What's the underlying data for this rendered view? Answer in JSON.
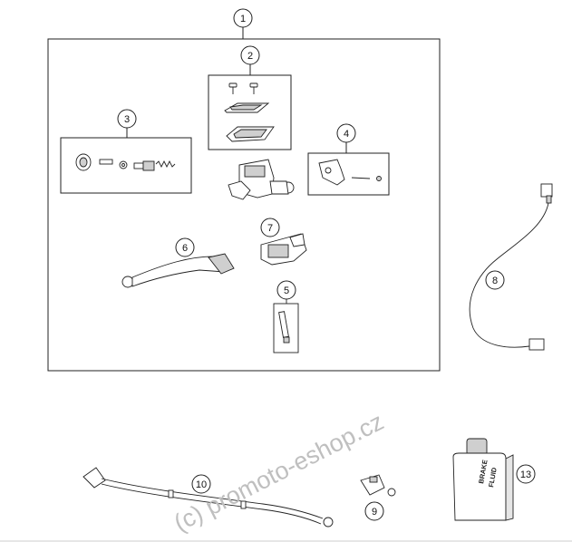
{
  "callouts": [
    {
      "id": "1",
      "label": "1"
    },
    {
      "id": "2",
      "label": "2"
    },
    {
      "id": "3",
      "label": "3"
    },
    {
      "id": "4",
      "label": "4"
    },
    {
      "id": "5",
      "label": "5"
    },
    {
      "id": "6",
      "label": "6"
    },
    {
      "id": "7",
      "label": "7"
    },
    {
      "id": "8",
      "label": "8"
    },
    {
      "id": "9",
      "label": "9"
    },
    {
      "id": "10",
      "label": "10"
    },
    {
      "id": "13",
      "label": "13"
    }
  ],
  "fluid_jar": {
    "line1": "BRAKE",
    "line2": "FLUID"
  },
  "watermark": {
    "text": "(c) promoto-eshop.cz",
    "color": "#bfbfbf"
  },
  "colors": {
    "line": "#222222",
    "part_fill": "#ffffff",
    "shade": "#cfcfcf"
  }
}
